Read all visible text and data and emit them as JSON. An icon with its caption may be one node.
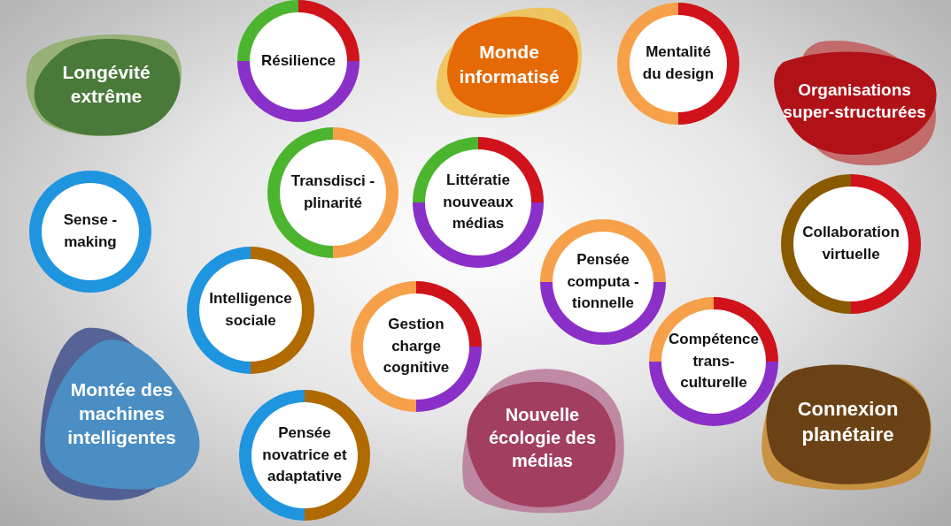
{
  "diagram": {
    "nodes": [
      {
        "text": [
          "Longévité extrême"
        ]
      },
      {
        "text": [
          "Résilience"
        ]
      },
      {
        "text": [
          "Monde informatisé"
        ]
      },
      {
        "text": [
          "Mentalité du design"
        ]
      },
      {
        "text": [
          "Organisations super-structurées"
        ]
      },
      {
        "text": [
          "Transdisci -plinarité"
        ]
      },
      {
        "text": [
          "Littératie nouveaux médias"
        ]
      },
      {
        "text": [
          "Sense -making"
        ]
      },
      {
        "text": [
          "Collaboration virtuelle"
        ]
      },
      {
        "text": [
          "Pensée computa -tionnelle"
        ]
      },
      {
        "text": [
          "Intelligence sociale"
        ]
      },
      {
        "text": [
          "Gestion charge cognitive"
        ]
      },
      {
        "text": [
          "Compétence trans- culturelle"
        ]
      },
      {
        "text": [
          "Montée des machines intelligentes"
        ]
      },
      {
        "text": [
          "Pensée novatrice et adaptative"
        ]
      },
      {
        "text": [
          "Nouvelle écologie des médias"
        ]
      },
      {
        "text": [
          "Connexion planétaire"
        ]
      }
    ]
  }
}
